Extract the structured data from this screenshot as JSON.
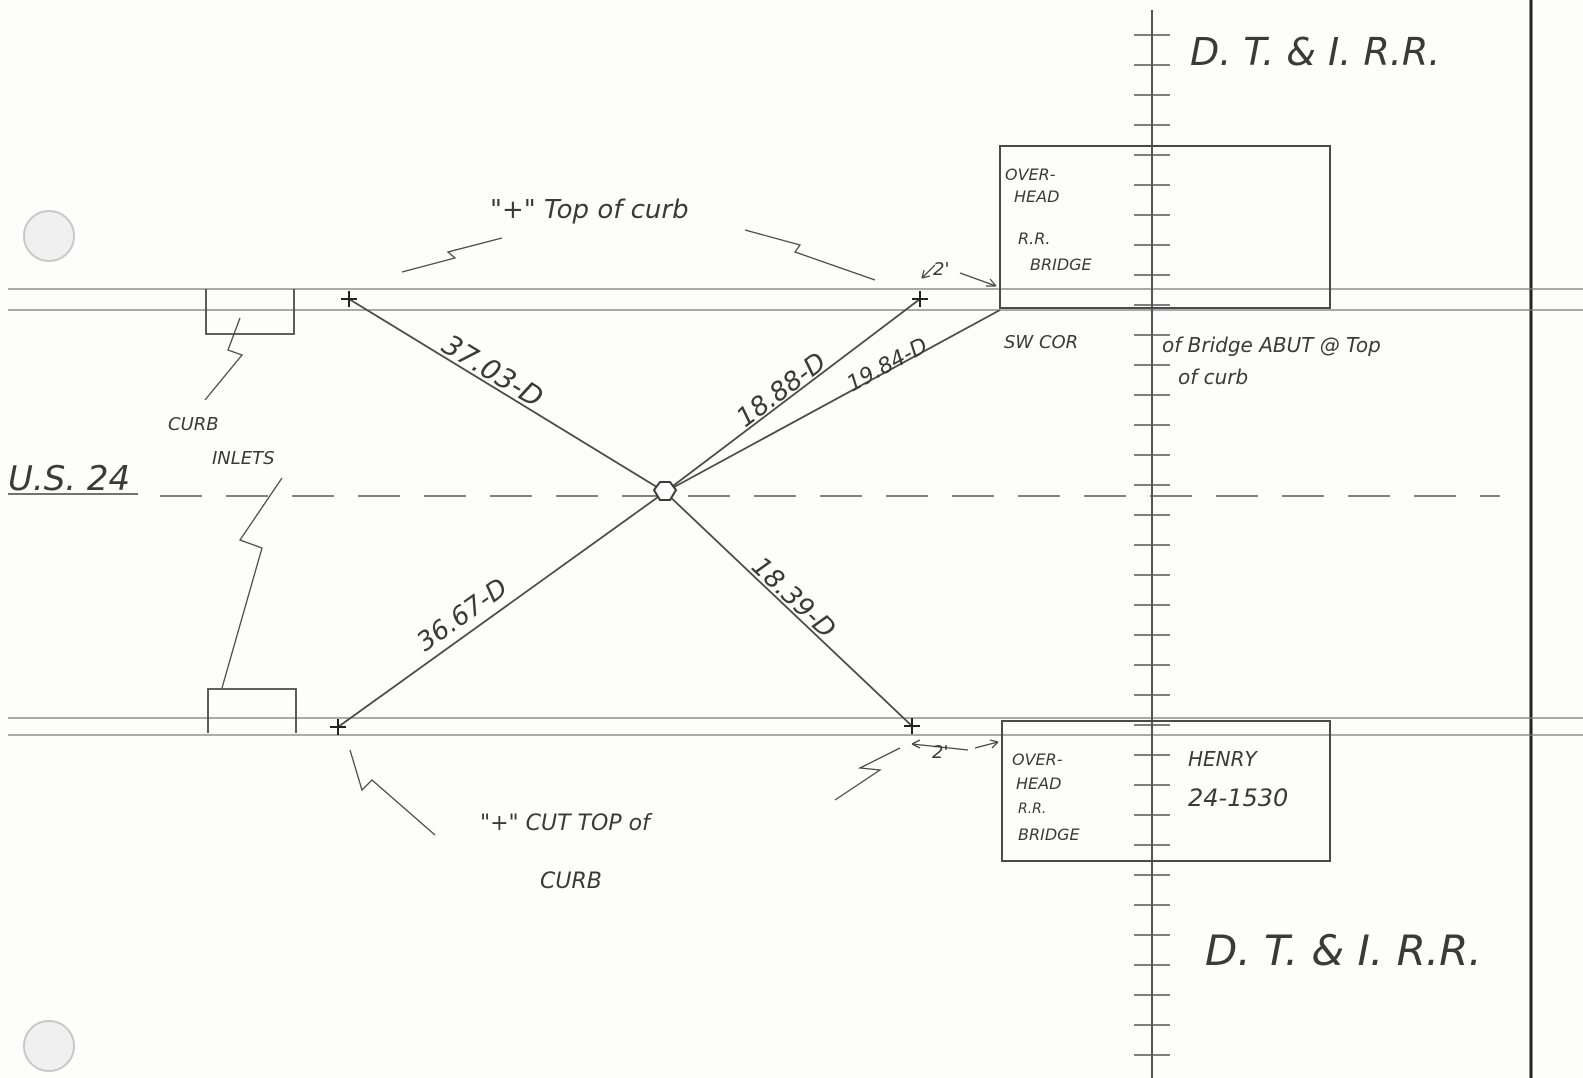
{
  "rail_top": "D. T. & I. R.R.",
  "rail_bottom": "D. T. & I. R.R.",
  "road": "U.S. 24",
  "bridge_upper": {
    "l1": "OVER-",
    "l2": "HEAD",
    "l3": "R.R.",
    "l4": "BRIDGE"
  },
  "bridge_lower": {
    "l1": "OVER-",
    "l2": "HEAD",
    "l3": "R.R.",
    "l4": "BRIDGE"
  },
  "county": "HENRY",
  "number": "24-1530",
  "note_top": "\"+\" Top of curb",
  "note_bottom_1": "\"+\" CUT TOP of",
  "note_bottom_2": "CURB",
  "curb_inlets_1": "CURB",
  "curb_inlets_2": "INLETS",
  "sw_cor_1": "SW COR",
  "sw_cor_2": "of Bridge ABUT @ Top",
  "sw_cor_3": "of curb",
  "offset_top": "2'",
  "offset_bottom": "2'",
  "dist_nw": "37.03-D",
  "dist_ne": "18.88-D",
  "dist_bridge": "19.84-D",
  "dist_sw": "36.67-D",
  "dist_se": "18.39-D"
}
